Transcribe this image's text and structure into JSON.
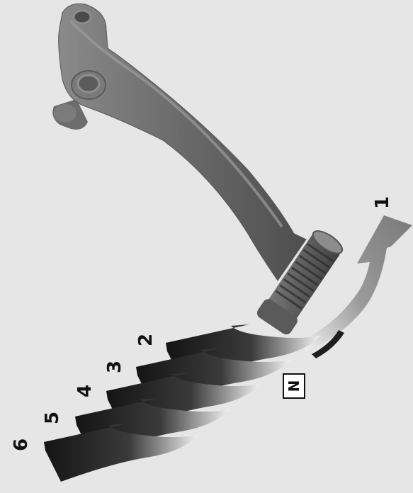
{
  "diagram": {
    "labels": {
      "gear_1": "1",
      "gear_2": "2",
      "gear_3": "3",
      "gear_4": "4",
      "gear_5": "5",
      "gear_6": "6",
      "neutral": "N"
    }
  }
}
